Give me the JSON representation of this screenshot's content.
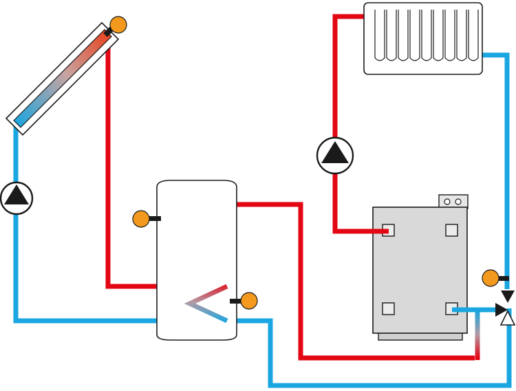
{
  "diagram": {
    "components": [
      {
        "id": "solar-collector",
        "icon": "solar-collector-icon"
      },
      {
        "id": "solar-circuit-pump",
        "icon": "pump-icon"
      },
      {
        "id": "heating-circuit-pump",
        "icon": "pump-icon"
      },
      {
        "id": "storage-tank",
        "icon": "storage-tank-icon"
      },
      {
        "id": "radiator",
        "icon": "radiator-icon"
      },
      {
        "id": "boiler",
        "icon": "boiler-icon"
      },
      {
        "id": "three-way-valve",
        "icon": "three-way-valve-icon"
      },
      {
        "id": "collector-sensor",
        "icon": "temperature-sensor-icon"
      },
      {
        "id": "tank-upper-sensor",
        "icon": "temperature-sensor-icon"
      },
      {
        "id": "tank-lower-sensor",
        "icon": "temperature-sensor-icon"
      },
      {
        "id": "return-line-sensor",
        "icon": "temperature-sensor-icon"
      }
    ],
    "colors": {
      "hot": "#e30613",
      "cold": "#1aa6e0",
      "sensor": "#f39a1e",
      "boiler": "#d9d9d9",
      "outline": "#1a1a1a"
    }
  }
}
